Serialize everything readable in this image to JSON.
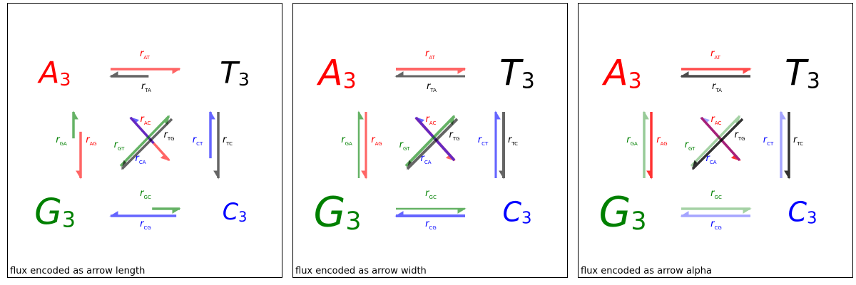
{
  "panels": [
    {
      "caption": "flux encoded as arrow length",
      "encoding": "length",
      "base_size": "small",
      "flux": {
        "AT": 1.0,
        "TA": 0.55,
        "GA": 0.4,
        "AG": 0.7,
        "AC": 1.0,
        "CA": 0.6,
        "GT": 1.0,
        "TG": 1.0,
        "CT": 0.7,
        "TC": 1.0,
        "GC": 0.4,
        "CG": 0.95
      }
    },
    {
      "caption": "flux encoded as arrow width",
      "encoding": "width",
      "base_size": "large",
      "flux": {
        "AT": 1.0,
        "TA": 0.7,
        "GA": 0.5,
        "AG": 0.7,
        "AC": 1.0,
        "CA": 0.9,
        "GT": 1.0,
        "TG": 1.0,
        "CT": 0.7,
        "TC": 1.0,
        "GC": 0.5,
        "CG": 1.0
      }
    },
    {
      "caption": "flux encoded as arrow alpha",
      "encoding": "alpha",
      "base_size": "large",
      "flux": {
        "AT": 0.7,
        "TA": 0.7,
        "GA": 0.4,
        "AG": 0.8,
        "AC": 0.8,
        "CA": 0.35,
        "GT": 0.35,
        "TG": 0.8,
        "CT": 0.35,
        "TC": 0.8,
        "GC": 0.35,
        "CG": 0.35
      }
    }
  ],
  "nodes": [
    {
      "letter": "A",
      "sub": "3",
      "color": "#ff0000"
    },
    {
      "letter": "T",
      "sub": "3",
      "color": "#000000"
    },
    {
      "letter": "G",
      "sub": "3",
      "color": "#008000"
    },
    {
      "letter": "C",
      "sub": "3",
      "color": "#0000ff"
    }
  ],
  "edges": [
    {
      "label": "r",
      "sub": "AT",
      "color": "#ff0000"
    },
    {
      "label": "r",
      "sub": "TA",
      "color": "#000000"
    },
    {
      "label": "r",
      "sub": "GA",
      "color": "#008000"
    },
    {
      "label": "r",
      "sub": "AG",
      "color": "#ff0000"
    },
    {
      "label": "r",
      "sub": "AC",
      "color": "#ff0000"
    },
    {
      "label": "r",
      "sub": "CA",
      "color": "#0000ff"
    },
    {
      "label": "r",
      "sub": "GT",
      "color": "#008000"
    },
    {
      "label": "r",
      "sub": "TG",
      "color": "#000000"
    },
    {
      "label": "r",
      "sub": "CT",
      "color": "#0000ff"
    },
    {
      "label": "r",
      "sub": "TC",
      "color": "#000000"
    },
    {
      "label": "r",
      "sub": "GC",
      "color": "#008000"
    },
    {
      "label": "r",
      "sub": "CG",
      "color": "#0000ff"
    }
  ]
}
